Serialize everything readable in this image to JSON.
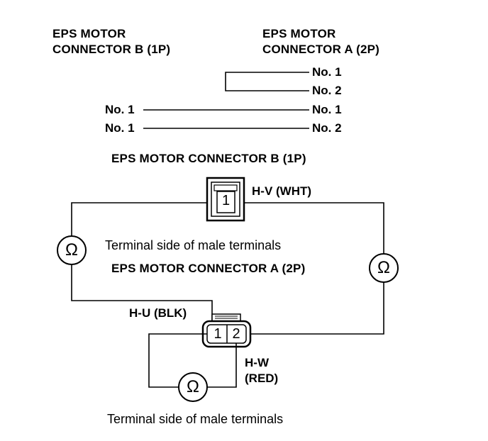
{
  "legend": {
    "conn_b_title_line1": "EPS MOTOR",
    "conn_b_title_line2": "CONNECTOR B (1P)",
    "conn_a_title_line1": "EPS MOTOR",
    "conn_a_title_line2": "CONNECTOR A (2P)",
    "a_no1": "No. 1",
    "a_no2": "No. 2",
    "row1_left": "No. 1",
    "row1_right": "No. 1",
    "row2_left": "No. 1",
    "row2_right": "No. 2"
  },
  "diagram": {
    "conn_b_heading": "EPS MOTOR CONNECTOR B (1P)",
    "conn_b_terminal": "1",
    "hv_label": "H-V (WHT)",
    "terminal_side_note_1": "Terminal side of male terminals",
    "conn_a_heading": "EPS MOTOR CONNECTOR A (2P)",
    "hu_label": "H-U (BLK)",
    "conn_a_terminal_1": "1",
    "conn_a_terminal_2": "2",
    "hw_label_line1": "H-W",
    "hw_label_line2": "(RED)",
    "ohm_symbol": "Ω",
    "terminal_side_note_2": "Terminal side of male terminals"
  }
}
